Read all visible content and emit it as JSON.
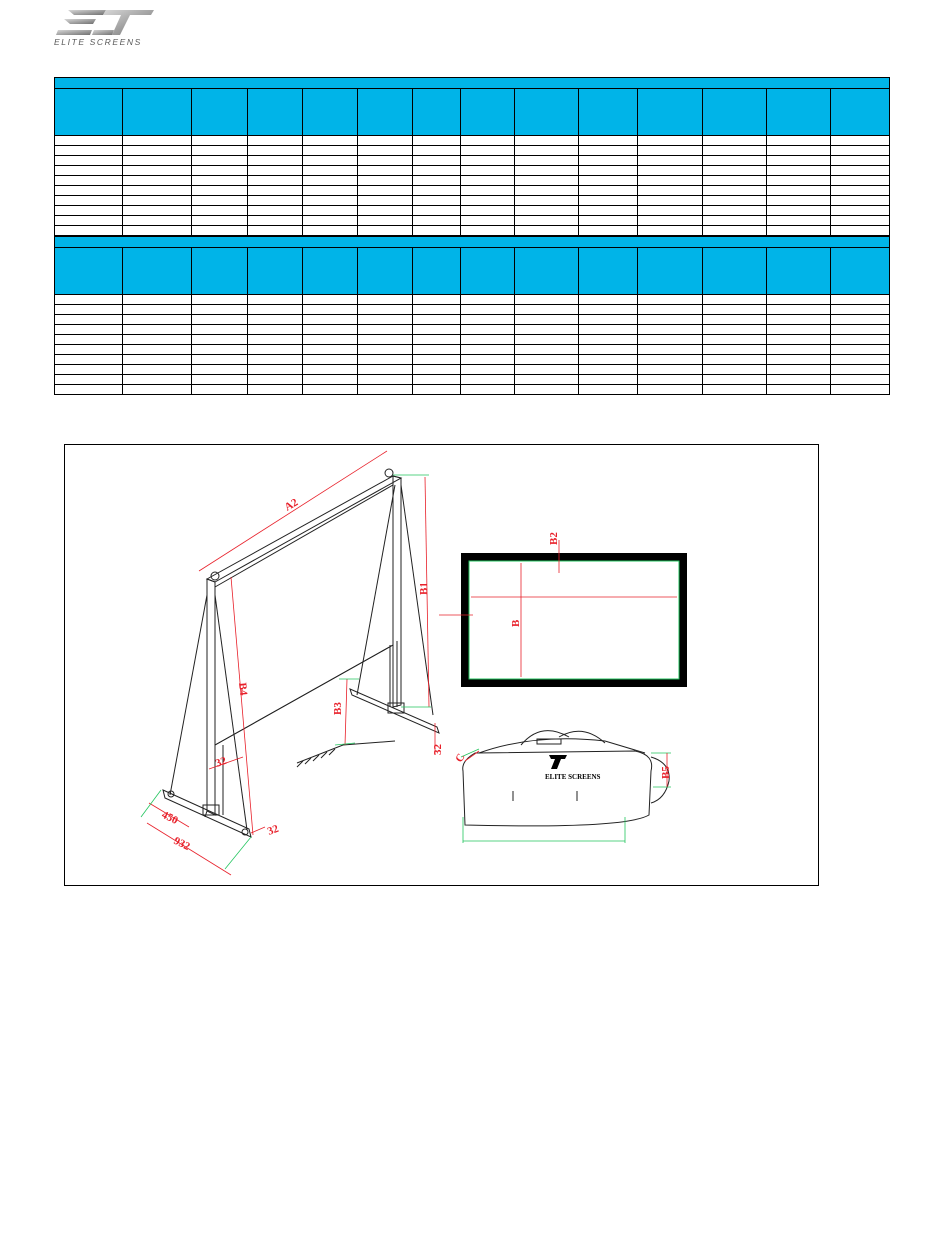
{
  "brand": {
    "name": "ELITE SCREENS"
  },
  "tables": [
    {
      "columns": 14,
      "rows": 10
    },
    {
      "columns": 14,
      "rows": 10
    }
  ],
  "colors": {
    "header": "#00b4e8",
    "dimension": "#e8202a",
    "extent": "#22c55e"
  },
  "drawing": {
    "labels": {
      "a2": "A2",
      "b1": "B1",
      "b2": "B2",
      "b": "B",
      "b3": "B3",
      "b4": "B4",
      "b5": "B5",
      "c": "C",
      "d450": "450",
      "d932": "932",
      "d32a": "32",
      "d32b": "32",
      "d32c": "32"
    },
    "bag_label": "ELITE SCREENS"
  }
}
